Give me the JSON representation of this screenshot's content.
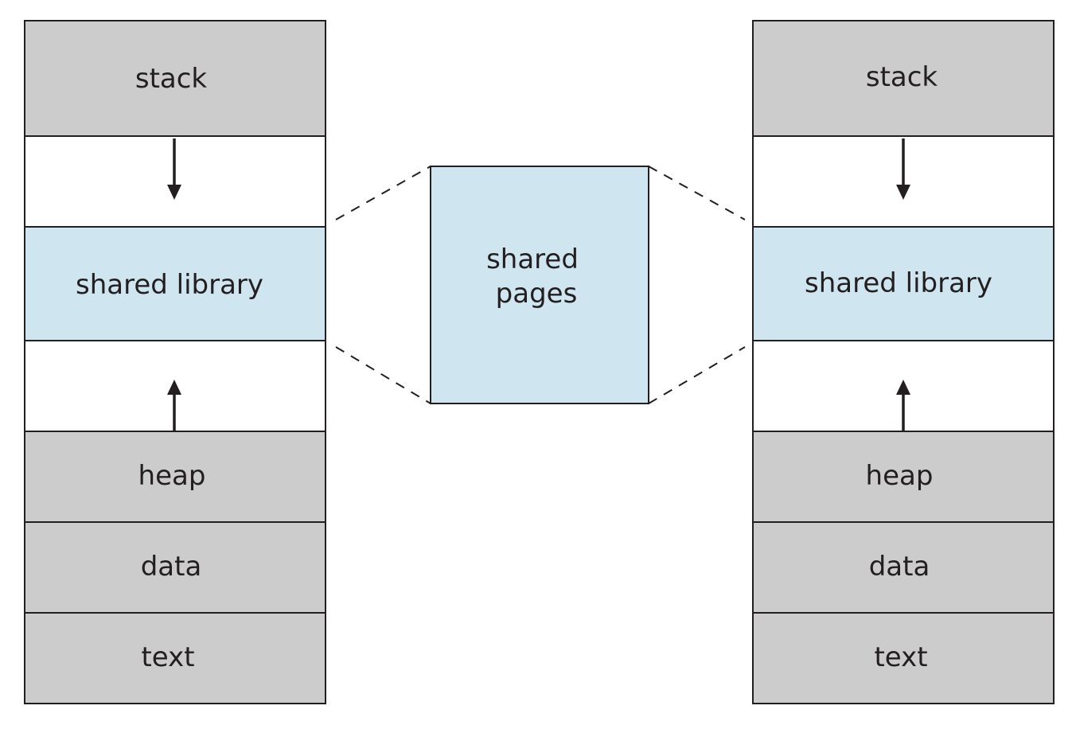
{
  "left_process": {
    "stack": "stack",
    "shared_library": "shared library",
    "heap": "heap",
    "data": "data",
    "text": "text"
  },
  "shared_pages": {
    "line1": "shared",
    "line2": "pages"
  },
  "right_process": {
    "stack": "stack",
    "shared_library": "shared library",
    "heap": "heap",
    "data": "data",
    "text": "text"
  },
  "colors": {
    "gray_region": "#cccccc",
    "shared_region": "#cfe5f0",
    "free_region": "#ffffff",
    "outline": "#231f20"
  }
}
